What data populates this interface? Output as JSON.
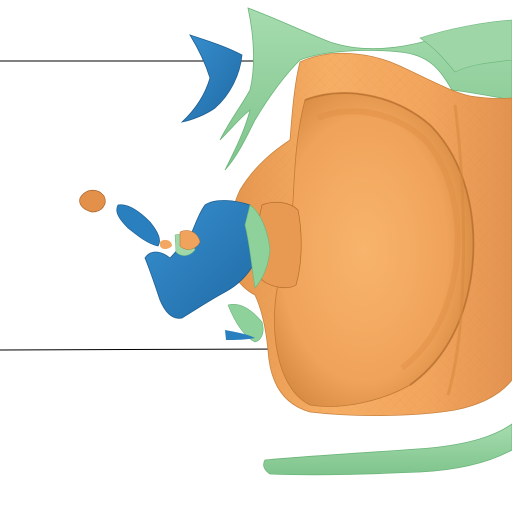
{
  "scene": {
    "background": "#ffffff",
    "colors": {
      "orange": "#f4a55a",
      "orange_shade": "#d98a42",
      "orange_dark": "#b56e2e",
      "green": "#8fd19a",
      "green_shade": "#6bb57a",
      "blue": "#2a7fbf",
      "blue_dark": "#1e5f93",
      "line": "#000000"
    },
    "objects": [
      "orange-volume",
      "green-surface",
      "blue-surface",
      "reference-line-top",
      "reference-line-bottom"
    ]
  }
}
